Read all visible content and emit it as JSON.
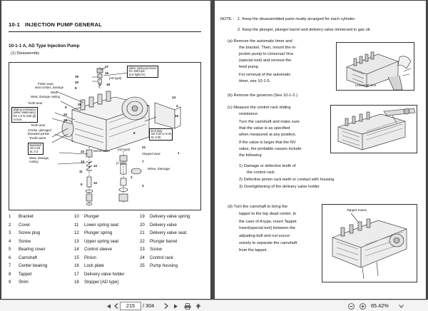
{
  "left_page": {
    "section_number": "10-1",
    "section_title": "INJECTION PUMP GENERAL",
    "subsection": "10-1-1  A, AD Type Injection Pump",
    "subsubsection": "(1) Disassembly",
    "callouts": {
      "piston_wear": "Piston wear,",
      "seat_contact": "seat contact, damage",
      "wear": "Wear",
      "wear_damage_rusting": "Wear, damage rusting",
      "tooth_wear_1": "Tooth wear",
      "sliding_res_1": "Sliding resistance",
      "sliding_res_2": "(when stationary)",
      "sliding_res_3": "NV  1.5 N (150 gf)",
      "sliding_res_4": "or less",
      "tooth_wear_2": "Tooth wear",
      "cracks": "Cracks, damaged",
      "threaded": "threaded portion",
      "tooth_wear_3": "Tooth wear",
      "backlash_1": "Backlash",
      "backlash_2": "AD  0.15",
      "backlash_3": "SL  0.3",
      "wdr_1": "Wear, damage,",
      "wdr_2": "rusting",
      "valve_spring_1": "Valve spring pressure",
      "valve_spring_2": "NV 256 Kpa",
      "valve_spring_3": "(2.6 kgf/cm²)",
      "ad_type_1": "[AD type]",
      "end_play_1": "End play",
      "end_play_2": "AD  0.02 to 0.06",
      "end_play_3": "SL  0.05",
      "deformation": "Deformation",
      "ad_type_2": "[AD type]",
      "stepped_wear": "Stepped wear",
      "a_type": "[A type]",
      "wear_damage": "Wear,  damage",
      "n17": "17",
      "n16": "16",
      "n19": "19",
      "n20": "20",
      "n18": "18",
      "n8": "8",
      "n25": "25",
      "n24": "24",
      "n23": "23",
      "n5": "5",
      "n14": "14",
      "n4": "4",
      "n15": "15",
      "n6": "6",
      "n22": "22",
      "n13": "13",
      "n11": "11",
      "n9": "9",
      "n12": "12",
      "n10": "10",
      "n21": "21",
      "n7": "7",
      "n1": "1",
      "n2": "2",
      "n3": "3"
    },
    "parts": [
      {
        "n": "1",
        "name": "Bracket"
      },
      {
        "n": "2",
        "name": "Cover"
      },
      {
        "n": "3",
        "name": "Screw plug"
      },
      {
        "n": "4",
        "name": "Screw"
      },
      {
        "n": "5",
        "name": "Bearing cover"
      },
      {
        "n": "6",
        "name": "Camshaft"
      },
      {
        "n": "7",
        "name": "Center bearing"
      },
      {
        "n": "8",
        "name": "Tappet"
      },
      {
        "n": "9",
        "name": "Shim"
      },
      {
        "n": "10",
        "name": "Plunger"
      },
      {
        "n": "11",
        "name": "Lower spring seat"
      },
      {
        "n": "12",
        "name": "Plunger spring"
      },
      {
        "n": "13",
        "name": "Upper spring seat"
      },
      {
        "n": "14",
        "name": "Control sleeve"
      },
      {
        "n": "15",
        "name": "Pinion"
      },
      {
        "n": "16",
        "name": "Lock plate"
      },
      {
        "n": "17",
        "name": "Delivery valve holder"
      },
      {
        "n": "18",
        "name": "Stopper [AD type]"
      },
      {
        "n": "19",
        "name": "Delivery valve spring"
      },
      {
        "n": "20",
        "name": "Delivery valve"
      },
      {
        "n": "21",
        "name": "Delivery valve seat."
      },
      {
        "n": "22",
        "name": "Plunger barrel"
      },
      {
        "n": "23",
        "name": "Screw"
      },
      {
        "n": "24",
        "name": "Control rack"
      },
      {
        "n": "25",
        "name": "Pump housing"
      }
    ]
  },
  "right_page": {
    "note_label": "NOTE :",
    "note_1": "1. Keep the disassembled parts neatly arranged for each cylinder.",
    "note_2": "2. Keep the plunger, plunger barrel and delivery valve immersed in gas oil.",
    "a": [
      "(a) Remove the automatic timer and",
      "the bracket. Then, mount the in-",
      "jection pump to Universal Vice",
      "(special tool) and remove the",
      "feed pump.",
      "For removal of the automatic",
      "timer, see 10-1-5."
    ],
    "vice_caption": "Universal Vice",
    "b": "(b)  Remove the governor.(See 10-1-2.)",
    "c": [
      "(c)  Measure the control rack sliding",
      "resistance.",
      "Turn the camshaft and make sure",
      "that the value is as specified",
      "when measured at any position.",
      "If the value is larger that the NV",
      "value, the probable causes include",
      "the following"
    ],
    "c_list": [
      "1)  Damage or defective teeth of",
      "the control rack",
      "2)  Defective pinion rack teeth or contact with housing",
      "3)  Overtightening of the delivery valve holder"
    ],
    "d": [
      "(d)  Turn the camshaft to bring the",
      "tappet to the top dead center. In",
      "the case of A type, insert Tappet",
      "Insert(special tool) between the",
      "adjusting bolt and nut succe-",
      "ssively to separate the camshaft",
      "from the tappet."
    ],
    "tappet_caption": "Tappet Insert"
  },
  "toolbar": {
    "current_page": "215",
    "total_pages": "/ 304",
    "zoom": "65.42%"
  }
}
